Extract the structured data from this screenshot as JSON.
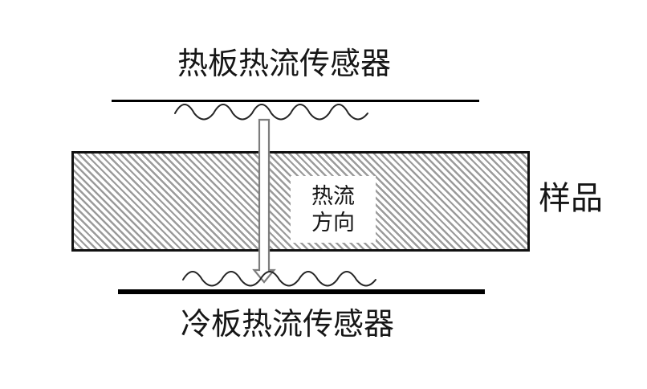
{
  "diagram": {
    "top_sensor_label": "热板热流传感器",
    "bottom_sensor_label": "冷板热流传感器",
    "sample_label": "样品",
    "heat_flow_box": {
      "line1": "热流",
      "line2": "方向"
    },
    "colors": {
      "background": "#ffffff",
      "plate_line": "#000000",
      "text": "#161616",
      "hatch_gray": "#9b9b9b",
      "arrow_outline_gray": "#7d7d7d",
      "squiggle": "#262626"
    },
    "icons": {
      "down_arrow": "heat-flow-direction-down-arrow",
      "wavy_top": "hot-interface-wavy-line",
      "wavy_bottom": "cold-interface-wavy-line"
    }
  }
}
